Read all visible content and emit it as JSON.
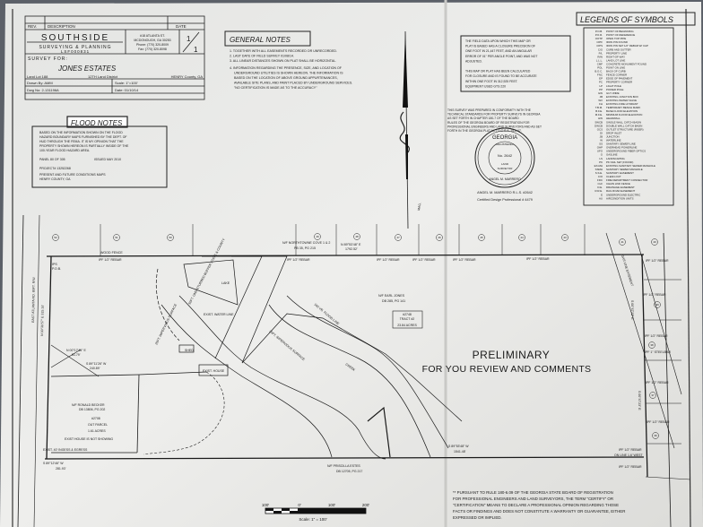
{
  "title_block": {
    "rev_label": "REV.",
    "description_label": "DESCRIPTION",
    "date_label": "DATE",
    "company": "SOUTHSIDE",
    "company_sub": "SURVEYING & PLANNING",
    "license": "LSF000831",
    "address1": "#18 ATLANTA ST.",
    "address2": "MCDONOUGH, GA 30253",
    "phone": "Phone: (770) 320-8009",
    "fax": "Fax: (770) 320-8098",
    "sheet_num": "1",
    "sheet_total": "1",
    "survey_for_label": "SURVEY FOR:",
    "client": "JONES ESTATES",
    "land_lot": "Land Lot 188",
    "district": "12TH Land District",
    "county": "HENRY County, GA",
    "drawn_by": "Drawn By: AMM",
    "scale": "Scale: 1\"=100'",
    "dwg_no": "Dwg No: 2-131196A",
    "date": "Date: 01/10/14"
  },
  "general_notes": {
    "heading": "GENERAL NOTES",
    "lines": [
      "1. TOGETHER WITH ALL EASEMENTS RECORDED OR UNRECORDED.",
      "2. LAST DATE OF FIELD SURVEY 01/08/14.",
      "3. ALL LINEAR DISTANCES SHOWN ON PLAT SHALL BE HORIZONTAL.",
      "4. INFORMATION REGARDING THE PRESENCE, SIZE, AND LOCATION OF",
      "UNDERGROUND UTILITIES IS SHOWN HEREON. THE INFORMATION IS",
      "BASED ON THE LOCATION OF ABOVE GROUND APPURTENANCES,",
      "AVAILABLE SITE PLANS, AND PAINT PLACED BY UNDERGROUND SERVICES.",
      "\"NO CERTIFICATION IS MADE AS TO THE ACCURACY\""
    ]
  },
  "flood_notes": {
    "heading": "FLOOD NOTES",
    "lines": [
      "BASED ON THE INFORMATION SHOWN ON THE FLOOD",
      "HAZARD BOUNDARY MAPS FURNISHED BY THE DEPT. OF",
      "HUD THROUGH THE FEMA.  IT IS MY OPINION THAT THE",
      "PROPERTY SHOWN HEREON IS  PARTIALLY INSIDE OF THE",
      "100-YEAR FLOOD HAZARD AREA."
    ],
    "panel": "PANEL 80 OF 305",
    "issued": "ISSUED MAY 2010",
    "project": "PROJECT# 13252268",
    "maps_line1": "PRESENT AND FUTURE CONDITIONS MAPS",
    "maps_line2": "HENRY COUNTY, GA"
  },
  "field_data": {
    "lines": [
      "THE FIELD DATA UPON WHICH THIS MAP OR",
      "PLAT IS BASED HAS A CLOSURE PRECISION OF",
      "ONE FOOT IN 21,447 FEET, AND AN ANGULAR",
      "ERROR OF 01\" PER ANGLE POINT, AND WAS NOT",
      "ADJUSTED.",
      "",
      "THIS MAP OR PLAT HAS BEEN CALCULATED",
      "FOR CLOSURE AND IS FOUND TO BE ACCURATE",
      "WITHIN ONE FOOT IN 312,925  FEET.",
      "EQUIPMENT USED GTS 220"
    ]
  },
  "conformity": {
    "lines": [
      "THIS SURVEY WAS PREPARED IN CONFORMITY WITH THE",
      "TECHNICAL STANDARDS FOR PROPERTY SURVEYS IN GEORGIA",
      "AS SET FORTH IN CHAPTER 180-7 OF THE BOARD",
      "RULES OF THE GEORGIA BOARD OF REGISTRATION FOR",
      "PROFESSIONAL ENGINEERS AND LAND SURVEYORS AND AS SET",
      "FORTH IN THE GEORGIA PLAT ACT O.C.G.A. 15-6-67."
    ],
    "seal_state": "GEORGIA",
    "seal_registered": "REGISTERED",
    "seal_number": "No. 2642",
    "seal_land": "LAND",
    "seal_surveyor": "SURVEYOR",
    "seal_name": "ANGEL M. MARRERO",
    "signer": "ANGEL M. MARRERO R.L.S. #2642",
    "certified": "Certified Design Professional # 4479"
  },
  "legend": {
    "heading": "LEGENDS OF SYMBOLS",
    "items": [
      [
        "P.O.B.",
        "POINT OF BEGINNING"
      ],
      [
        "P.O.R.",
        "POINT OF REFERENCE"
      ],
      [
        "OOTP",
        "OPEN TOP PIPE"
      ],
      [
        "CIPF",
        "IRON PIN FOUND"
      ],
      [
        "CIPS",
        "IRON PIN SET 1/2\" REBAR W/ CAP"
      ],
      [
        "C/G",
        "CURB AND GUTTER"
      ],
      [
        "P/L",
        "PROPERTY LINE"
      ],
      [
        "R/W",
        "RIGHT-OF-WAY"
      ],
      [
        "L.L.L.",
        "LAND LOT LINE"
      ],
      [
        "CMF",
        "CONCRETE MONUMENT FOUND"
      ],
      [
        "POL",
        "POINT ON LINE"
      ],
      [
        "B.O.C.",
        "BACK OF CURB"
      ],
      [
        "FNC",
        "FENCE CORNER"
      ],
      [
        "EP",
        "EDGE OF PAVEMENT"
      ],
      [
        "PC",
        "PROPERTY CORNER"
      ],
      [
        "LP",
        "LIGHT POLE"
      ],
      [
        "PP",
        "POWER POLE"
      ],
      [
        "GW",
        "GUY WIRE"
      ],
      [
        "JB",
        "EXISTING JUNCTION BOX"
      ],
      [
        "WV",
        "EXISTING WATER VALVE"
      ],
      [
        "FH",
        "EXISTING FIRE HYDRANT"
      ],
      [
        "T.B.M.",
        "TEMPORARY BENCH MARK"
      ],
      [
        "B.F.E.",
        "BASE FLOOD ELEVATION"
      ],
      [
        "M.F.E.",
        "MINIMUM FLOOR ELEVATION"
      ],
      [
        "HW",
        "HEADWALL"
      ],
      [
        "SWCB",
        "SINGLE WALL CATCH BASIN"
      ],
      [
        "DWCB",
        "DOUBLE WALL CATCH BASIN"
      ],
      [
        "OCS",
        "OUTLET STRUCTURE (RISER)"
      ],
      [
        "DI",
        "DROP INLET"
      ],
      [
        "JB",
        "JUNCTION"
      ],
      [
        "W",
        "WATERLINE"
      ],
      [
        "SS",
        "SANITARY SEWER LINE"
      ],
      [
        "OHP",
        "OVERHEAD POWERLINE"
      ],
      [
        "UFO",
        "UNDERGROUND FIBER OPTICS"
      ],
      [
        "G",
        "GASLINE"
      ],
      [
        "LS",
        "LANDSCAPING"
      ],
      [
        "PK",
        "PK NAIL SET (FOUND)"
      ],
      [
        "EX-MH",
        "EXISTING SANITARY SEWER MANHOLE"
      ],
      [
        "SSMH",
        "SANITARY SEWER MANHOLE"
      ],
      [
        "S.S.E.",
        "SANITARY EASEMENT"
      ],
      [
        "C/O",
        "CLEAN-OUT"
      ],
      [
        "FDC",
        "FIRE DEPARTMENT CONNECTOR"
      ],
      [
        "CLF",
        "CHAIN LINK FENCE"
      ],
      [
        "D.E.",
        "DRAINAGE EASEMENT"
      ],
      [
        "R.R.E.",
        "RAIL ROAD EASEMENT"
      ],
      [
        "E",
        "UNDERGROUND ELECTRIC"
      ],
      [
        "AU",
        "AIRCONDITION UNITS"
      ]
    ]
  },
  "plat": {
    "north_label": "MAG.",
    "top_adjoiner": "N/F NORTHTOWNE COVE 1 & 2",
    "top_adjoiner_ref": "PB 35, PG 215",
    "top_bearing": "N 89°53'48\" E",
    "top_distance": "1792.52'",
    "left_bearing": "N 00°30'57\" E  315.16'",
    "left_road": "EAST ATLANTA RD. 80FT. R/W",
    "pob": "P.O.B.",
    "ips": "IPS",
    "wood_fence": "WOOD FENCE",
    "lake": "LAKE",
    "water_line": "EXIST. WATER LINE",
    "buffer1": "50FT. UNDISTURBED BUFFER STATE & COUNTY",
    "buffer2": "25FT. IMPERVIOUS SURFACE",
    "flood_line": "100 YR. FLOOD LINE",
    "creek": "CREEK",
    "owner": "N/F EARL JONES",
    "owner_ref": "DB 285, PG 141",
    "tract_id": "#2748",
    "tract_name": "TRACT #2",
    "tract_area": "23.84 ACRES",
    "preliminary": "PRELIMINARY",
    "review": "FOR YOU REVIEW AND COMMENTS",
    "shed": "SHED",
    "house": "EXIST. HOUSE",
    "becker": "N/F RONALD BECKER",
    "becker_ref": "DB 13806, PG 202",
    "parcel_id": "#2708",
    "parcel_name": "OUT PARCEL",
    "parcel_area": "1.61 ACRES",
    "parcel_note": "EXIST HOUSE IS NOT SHOWING",
    "b1": "N 00°17'45\" E",
    "b1d": "51.79'",
    "b2": "S 89°11'26\" W",
    "b2d": "240.89'",
    "easement": "EXIST. 40' INGESS & EGRESS",
    "bottom_left_bearing": "S 89°12'46\" W",
    "bottom_left_distance": "281.93'",
    "bottom_bearing": "S 89°53'48\" W",
    "bottom_distance": "1541.48'",
    "bottom_adjoiner": "N/F PRISCILLA ESTES",
    "bottom_adjoiner_ref": "DB 12705, PG 217",
    "gas_easement": "GAS LINE EASEMENT",
    "right_bearing1": "S 00°47'23\" E",
    "right_bearing2": "S 00°47'23\" E",
    "rebar": "IPF 1/2\" REBAR",
    "steel_bar": "IPF 1\" STEELBAR",
    "on_line": "ON LINE 1.6' WEST",
    "lot_numbers": [
      "52",
      "51",
      "50",
      "49",
      "48",
      "47",
      "46",
      "45",
      "44",
      "43",
      "41",
      "40",
      "39",
      "38",
      "37",
      "36"
    ]
  },
  "scale_bar": {
    "labels": [
      "100'",
      "0'",
      "100'",
      "200'"
    ],
    "caption": "Scale: 1\" = 100'"
  },
  "disclaimer": {
    "lines": [
      "**  PURSUANT TO RULE 180-6.09 OF THE GEORGIA STATE BOARD OF REGISTRATION",
      "FOR PROFESSIONAL ENGINEERS AND LAND SURVEYORS, THE TERM \"CERTIFY\" OR",
      "\"CERTIFICATION\" MEANS TO DECLARE A PROFESSIONAL OPINION REGARDING THOSE",
      "FACTS OR FINDINGS AND DOES NOT CONSTITUTE A WARRANTY OR GUARANTEE, EITHER",
      "EXPRESSED OR IMPLIED."
    ]
  },
  "colors": {
    "paper": "#e9e9e6",
    "ink": "#1a1a1a",
    "background": "#5b6068"
  }
}
